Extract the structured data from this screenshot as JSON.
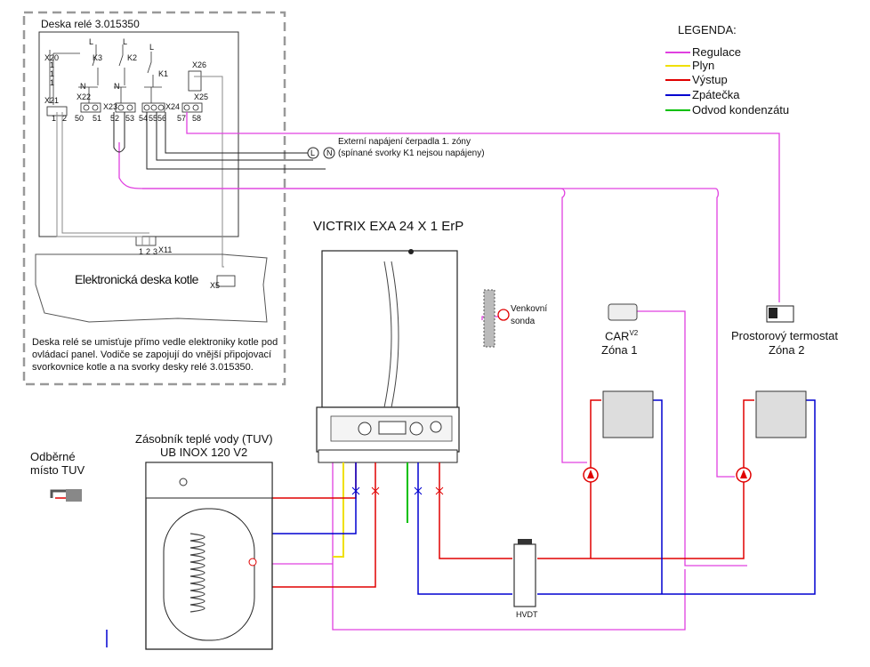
{
  "relay_board": {
    "title": "Deska relé 3.015350",
    "note_lines": [
      "Deska relé se umisťuje přímo vedle elektroniky kotle pod",
      "ovládací panel. Vodiče se zapojují do vnější připojovací",
      "svorkovnice kotle a na svorky desky relé 3.015350."
    ],
    "terminals": {
      "x20": "X20",
      "x21": "X21",
      "x22": "X22",
      "x23": "X23",
      "x24": "X24",
      "x25": "X25",
      "x26": "X26",
      "x11": "X11",
      "x5": "X5",
      "k1": "K1",
      "k2": "K2",
      "k3": "K3",
      "n1": "N",
      "n2": "N",
      "l1": "L",
      "l2": "L",
      "l3": "L"
    },
    "pin_numbers": [
      "1",
      "2",
      "50",
      "51",
      "52",
      "53",
      "54",
      "55",
      "56",
      "57",
      "58"
    ],
    "x11_pins": [
      "1",
      "2",
      "3"
    ],
    "x20_pins": [
      "1",
      "1",
      "1"
    ]
  },
  "boiler_board_label": "Elektronická deska kotle",
  "legend": {
    "title": "LEGENDA:",
    "items": [
      {
        "label": "Regulace",
        "color": "#e040e0"
      },
      {
        "label": "Plyn",
        "color": "#f0e000"
      },
      {
        "label": "Výstup",
        "color": "#e00000"
      },
      {
        "label": "Zpátečka",
        "color": "#0000d0"
      },
      {
        "label": "Odvod kondenzátu",
        "color": "#00c000"
      }
    ]
  },
  "external_pump": {
    "line1": "Externí napájení čerpadla 1. zóny",
    "line2": "(spínané svorky K1 nejsou napájeny)",
    "l_label": "L",
    "n_label": "N"
  },
  "boiler": {
    "title": "VICTRIX EXA 24 X 1 ErP"
  },
  "outdoor_probe": {
    "line1": "Venkovní",
    "line2": "sonda"
  },
  "zone1": {
    "device": "CAR",
    "sup": "V2",
    "zone": "Zóna 1"
  },
  "zone2": {
    "device": "Prostorový termostat",
    "zone": "Zóna 2"
  },
  "tank": {
    "line1": "Zásobník teplé vody (TUV)",
    "line2": "UB INOX 120 V2"
  },
  "tap": {
    "line1": "Odběrné",
    "line2": "místo TUV"
  },
  "hvdt_label": "HVDT"
}
